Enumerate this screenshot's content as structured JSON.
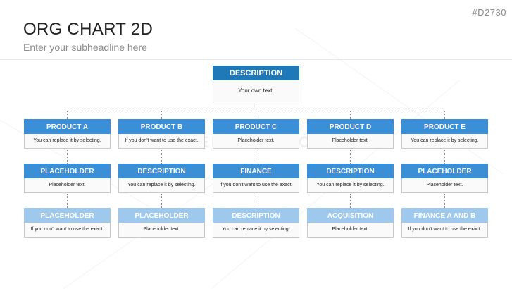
{
  "code": "#D2730",
  "title": "ORG CHART 2D",
  "subtitle": "Enter your subheadline here",
  "watermark": "PRESENTATIONLOAD",
  "colors": {
    "top_header": "#1f78b8",
    "header": "#3a8fd6",
    "light_header": "#9fc9ec"
  },
  "top": {
    "header": "DESCRIPTION",
    "body": "Your own text."
  },
  "columns": [
    {
      "level1": {
        "header": "PRODUCT A",
        "body": "You can replace it by selecting."
      },
      "level2": {
        "header": "PLACEHOLDER",
        "body": "Placeholder text."
      },
      "level3": {
        "header": "PLACEHOLDER",
        "body": "If you don't want to use the exact."
      }
    },
    {
      "level1": {
        "header": "PRODUCT B",
        "body": "If you don't want to use the exact."
      },
      "level2": {
        "header": "DESCRIPTION",
        "body": "You can replace it by selecting."
      },
      "level3": {
        "header": "PLACEHOLDER",
        "body": "Placeholder text."
      }
    },
    {
      "level1": {
        "header": "PRODUCT C",
        "body": "Placeholder text."
      },
      "level2": {
        "header": "FINANCE",
        "body": "If you don't want to use the exact."
      },
      "level3": {
        "header": "DESCRIPTION",
        "body": "You can replace it by selecting."
      }
    },
    {
      "level1": {
        "header": "PRODUCT D",
        "body": "Placeholder text."
      },
      "level2": {
        "header": "DESCRIPTION",
        "body": "You can replace it by selecting."
      },
      "level3": {
        "header": "ACQUISITION",
        "body": "Placeholder text."
      }
    },
    {
      "level1": {
        "header": "PRODUCT E",
        "body": "You can replace it by selecting."
      },
      "level2": {
        "header": "PLACEHOLDER",
        "body": "Placeholder text."
      },
      "level3": {
        "header": "FINANCE A AND B",
        "body": "If you don't want to use the exact."
      }
    }
  ]
}
